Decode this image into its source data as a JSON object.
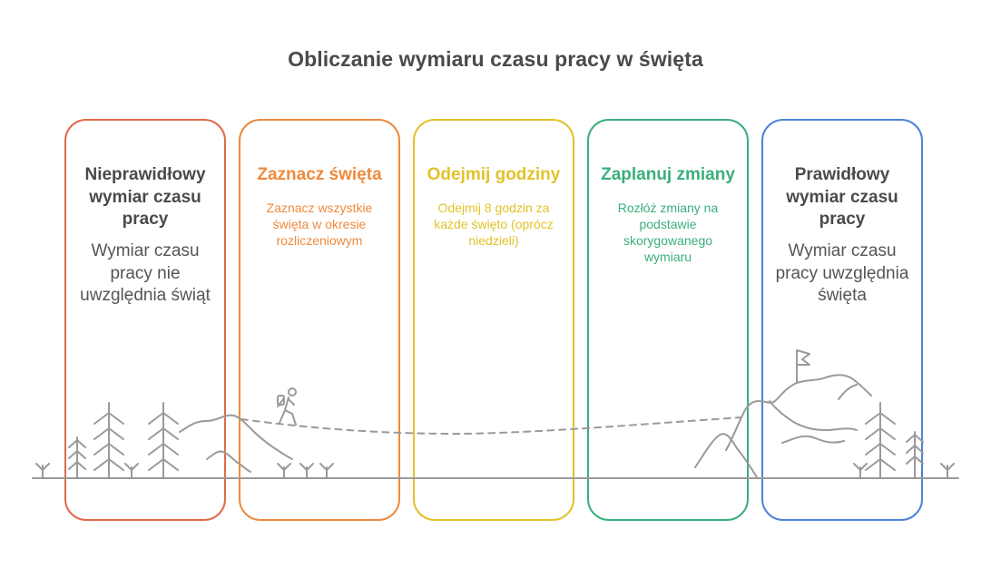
{
  "title": "Obliczanie wymiaru czasu pracy w święta",
  "colors": {
    "card1": "#E06A4C",
    "card2": "#EE8A3C",
    "card3": "#E2C22A",
    "card4": "#3BAE7C",
    "card5": "#4F83D9",
    "text_dark": "#4A4A4A",
    "text_gray": "#555555",
    "scenery": "#9A9A9A"
  },
  "cards": [
    {
      "title": "Nieprawidłowy wymiar czasu pracy",
      "description": "Wymiar czasu pracy nie uwzględnia świąt",
      "color": "#E06A4C"
    },
    {
      "title": "Zaznacz święta",
      "description": "Zaznacz wszystkie święta w okresie rozliczeniowym",
      "color": "#EE8A3C"
    },
    {
      "title": "Odejmij godziny",
      "description": "Odejmij 8 godzin za każde święto (oprócz niedzieli)",
      "color": "#E2C22A"
    },
    {
      "title": "Zaplanuj zmiany",
      "description": "Rozłóż zmiany na podstawie skorygowanego wymiaru",
      "color": "#3BAE7C"
    },
    {
      "title": "Prawidłowy wymiar czasu pracy",
      "description": "Wymiar czasu pracy uwzględnia święta",
      "color": "#4F83D9"
    }
  ],
  "icons": [
    "pine-tree-icon",
    "hiker-icon",
    "summit-flag-icon",
    "mountain-icon",
    "grass-tuft-icon"
  ]
}
